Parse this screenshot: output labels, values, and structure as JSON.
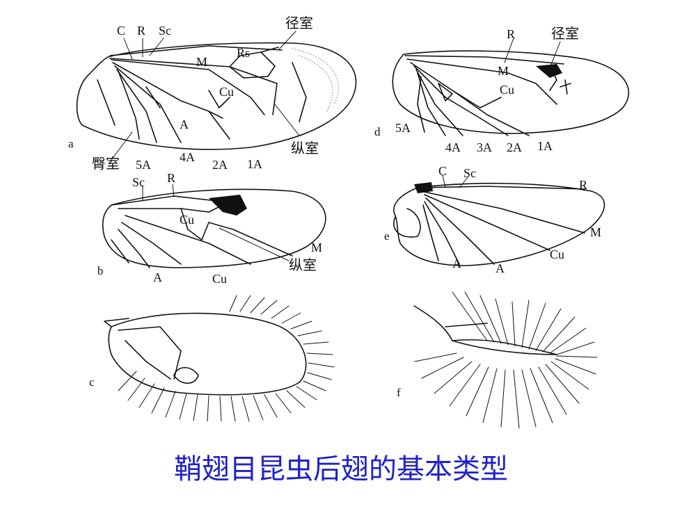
{
  "caption": "鞘翅目昆虫后翅的基本类型",
  "colors": {
    "caption": "#1f22c8",
    "line": "#111111"
  },
  "panels": [
    {
      "id": "a",
      "labels": [
        "C",
        "R",
        "Sc",
        "径室",
        "M",
        "Rs",
        "Cu",
        "A",
        "纵室",
        "臀室",
        "5A",
        "4A",
        "2A",
        "1A"
      ]
    },
    {
      "id": "b",
      "labels": [
        "Sc",
        "R",
        "Cu",
        "M",
        "纵室",
        "A",
        "Cu"
      ]
    },
    {
      "id": "c",
      "labels": []
    },
    {
      "id": "d",
      "labels": [
        "R",
        "径室",
        "M",
        "Cu",
        "5A",
        "4A",
        "3A",
        "2A",
        "1A"
      ]
    },
    {
      "id": "e",
      "labels": [
        "C",
        "Sc",
        "R",
        "M",
        "Cu",
        "A",
        "A"
      ]
    },
    {
      "id": "f",
      "labels": []
    }
  ]
}
